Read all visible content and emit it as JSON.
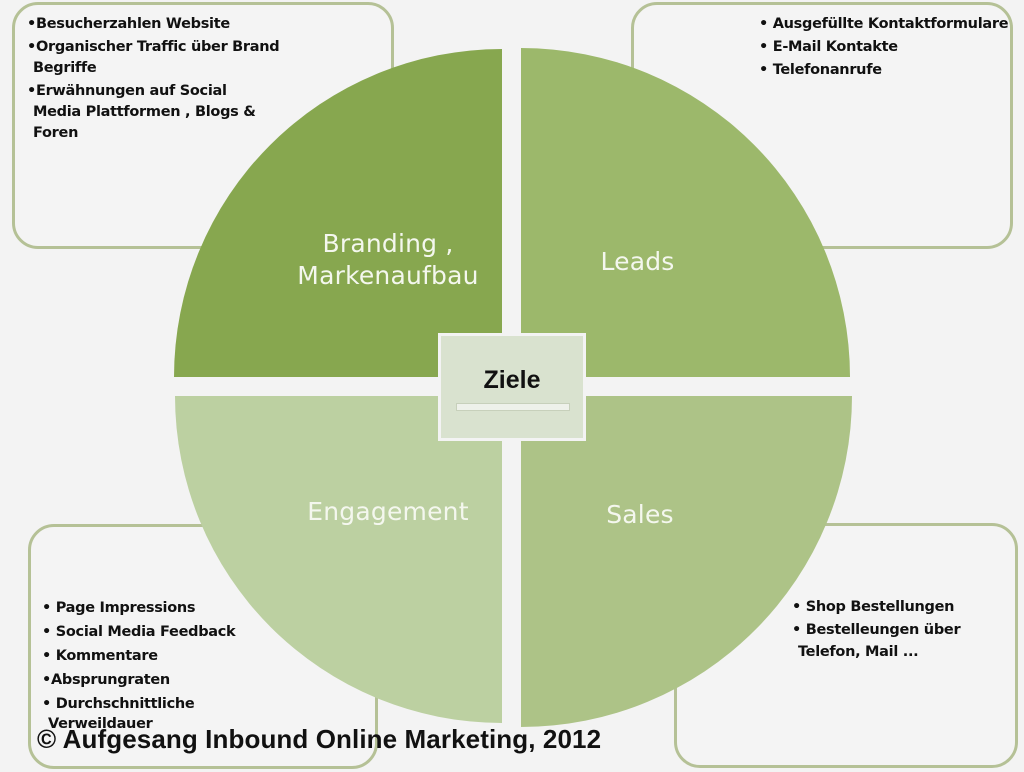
{
  "diagram": {
    "center": {
      "title": "Ziele"
    },
    "quadrants": [
      {
        "id": "branding",
        "label_lines": [
          "Branding ,",
          "Markenaufbau"
        ],
        "color": "#87a74f"
      },
      {
        "id": "leads",
        "label_lines": [
          "Leads"
        ],
        "color": "#9cb86b"
      },
      {
        "id": "engagement",
        "label_lines": [
          "Engagement"
        ],
        "color": "#bcd0a1"
      },
      {
        "id": "sales",
        "label_lines": [
          "Sales"
        ],
        "color": "#adc387"
      }
    ],
    "boxes": {
      "branding": {
        "items": [
          "•Besucherzahlen Website",
          "•Organischer Traffic über Brand",
          " Begriffe",
          "•Erwähnungen auf Social",
          " Media Plattformen , Blogs &",
          " Foren"
        ]
      },
      "leads": {
        "items": [
          "• Ausgefüllte Kontaktformulare",
          "• E-Mail Kontakte",
          "• Telefonanrufe"
        ]
      },
      "engagement": {
        "items": [
          "• Page Impressions",
          "• Social Media Feedback",
          "• Kommentare",
          "•Absprungraten",
          "• Durchschnittliche",
          "  Verweildauer"
        ]
      },
      "sales": {
        "items": [
          "• Shop Bestellungen",
          "• Bestelleungen über",
          "  Telefon, Mail ..."
        ]
      }
    },
    "colors": {
      "background": "#f3f3f3",
      "box_border": "#b5c196",
      "center_fill": "#d9e2cf",
      "label_text": "#f4f7ee"
    }
  },
  "footer": {
    "copyright": "© Aufgesang Inbound Online Marketing, 2012"
  }
}
